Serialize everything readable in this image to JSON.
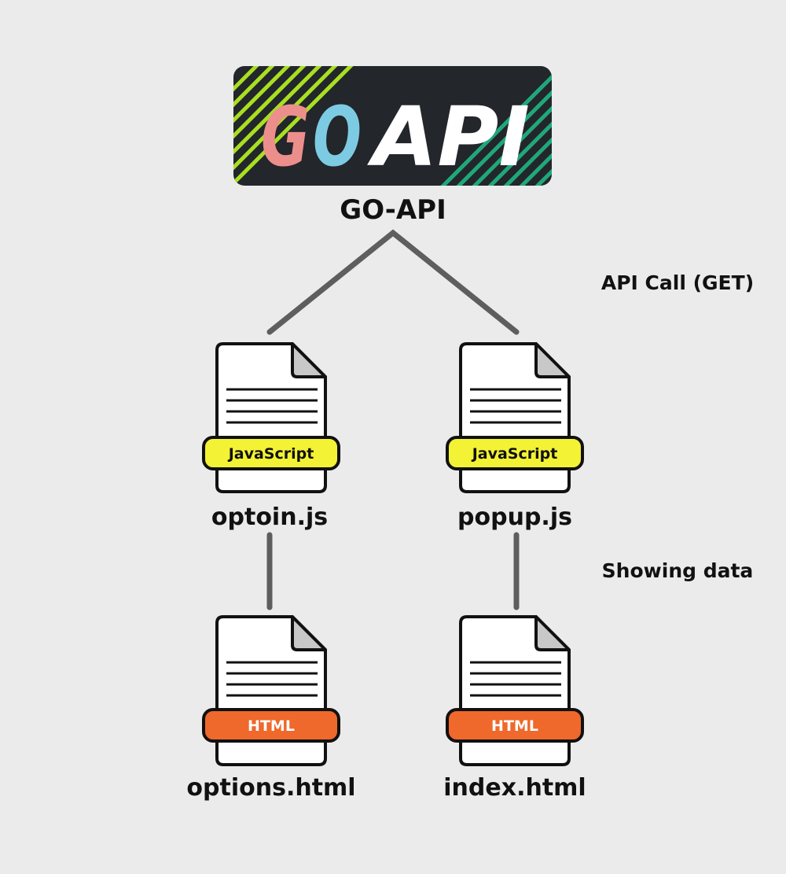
{
  "logo": {
    "word_go_1": "G",
    "word_go_2": "O",
    "word_api": "API",
    "colors": {
      "background": "#23262b",
      "g": "#ec8f8c",
      "o": "#7ccbe3",
      "api": "#ffffff",
      "stripes_left": "#a8e021",
      "stripes_right": "#1fa87a"
    }
  },
  "root_label": "GO-API",
  "annotations": {
    "api_call": "API Call (GET)",
    "showing_data": "Showing data"
  },
  "files": {
    "js_left": {
      "tag": "JavaScript",
      "name": "optoin.js"
    },
    "js_right": {
      "tag": "JavaScript",
      "name": "popup.js"
    },
    "html_left": {
      "tag": "HTML",
      "name": "options.html"
    },
    "html_right": {
      "tag": "HTML",
      "name": "index.html"
    }
  },
  "tag_colors": {
    "javascript": "#f3f235",
    "html": "#ef682c"
  },
  "connector_color": "#5e5e5e"
}
